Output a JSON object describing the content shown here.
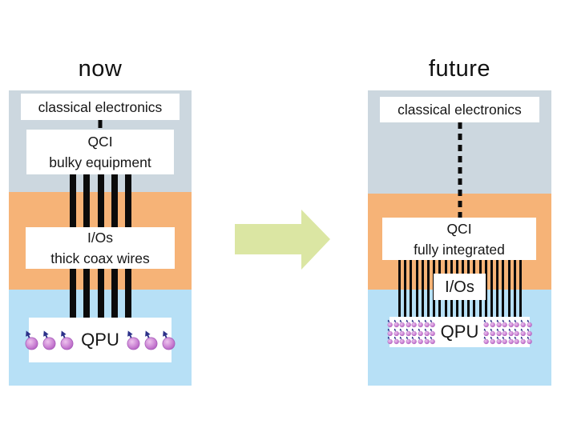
{
  "left_panel": {
    "title": "now",
    "classical_label": "classical electronics",
    "qci_line1": "QCI",
    "qci_line2": "bulky equipment",
    "ios_line1": "I/Os",
    "ios_line2": "thick coax wires",
    "qpu_label": "QPU",
    "wire_count": 5,
    "qubits_per_side": 3
  },
  "right_panel": {
    "title": "future",
    "classical_label": "classical electronics",
    "qci_line1": "QCI",
    "qci_line2": "fully integrated",
    "ios_label": "I/Os",
    "qpu_label": "QPU",
    "wire_count": 22,
    "qubit_rows": 3,
    "qubits_per_row": 8,
    "qubits_per_side": 24
  },
  "colors": {
    "classical_zone": "#ccd7df",
    "qci_zone": "#f6b377",
    "qpu_zone": "#b7e0f6",
    "wire": "#0b0b0b",
    "transition_arrow": "#dbe6a3",
    "qubit_purple": "#c173cb",
    "qubit_spin_arrow": "#2c3189",
    "box_background": "#ffffff"
  }
}
